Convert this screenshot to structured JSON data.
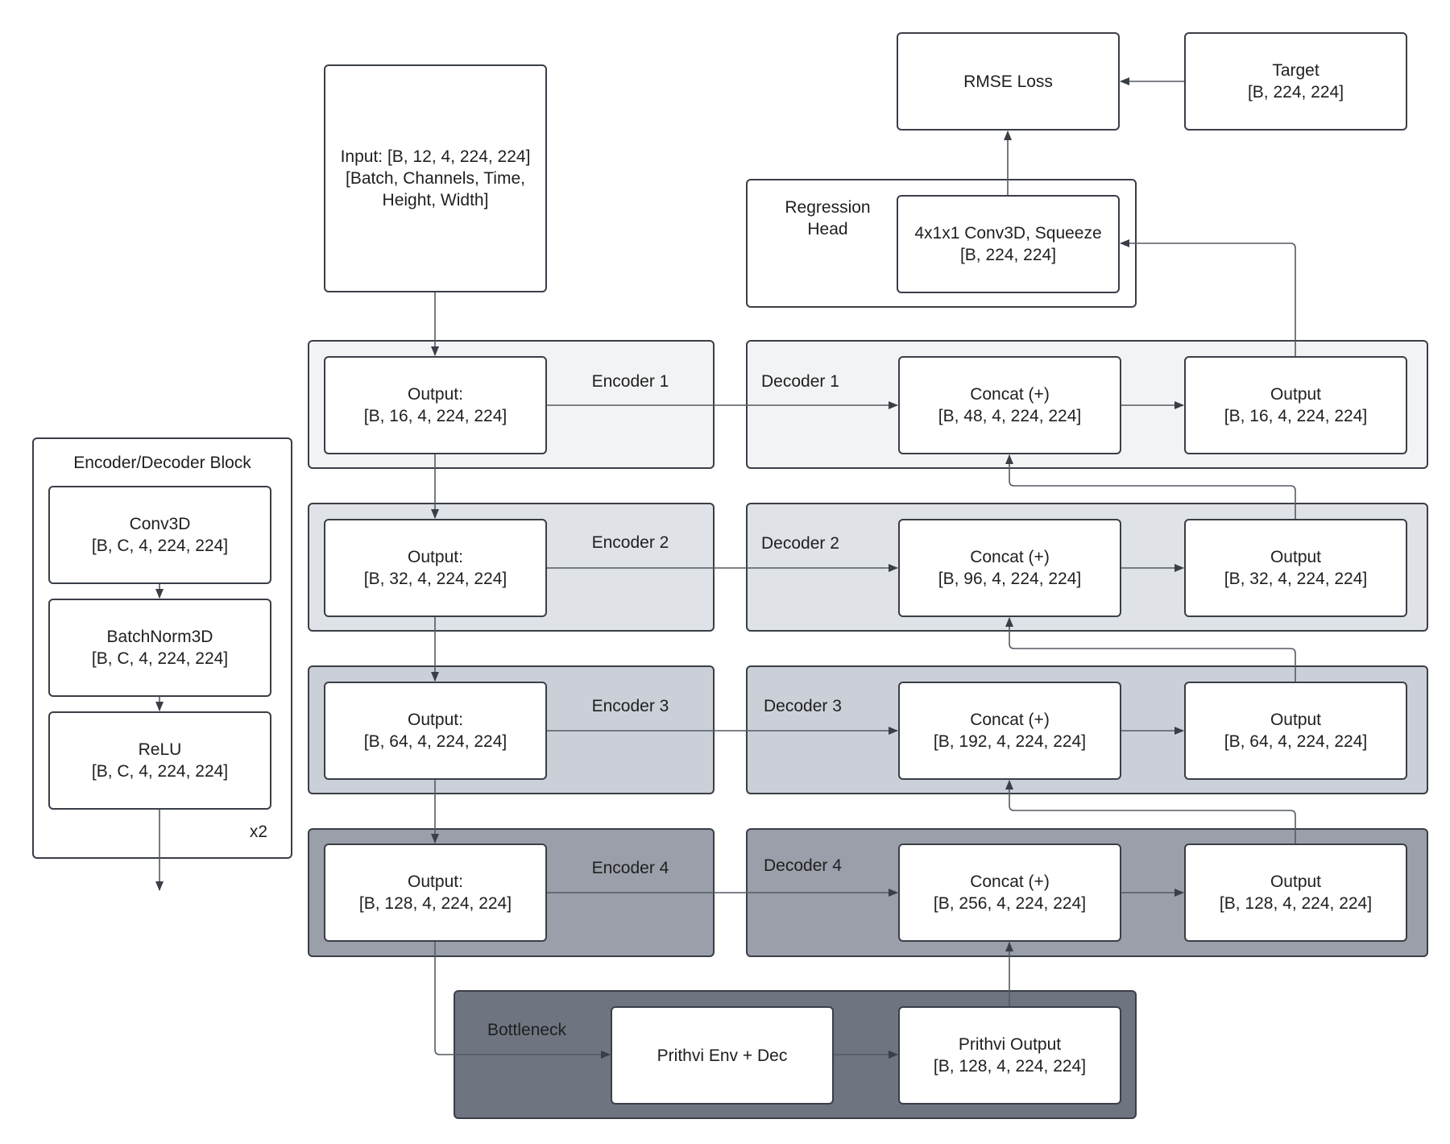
{
  "legend_block": {
    "title": "Encoder/Decoder Block",
    "conv": "Conv3D\n[B, C, 4, 224, 224]",
    "batchnorm": "BatchNorm3D\n[B, C, 4, 224, 224]",
    "relu": "ReLU\n[B, C, 4, 224, 224]",
    "repeat": "x2"
  },
  "input": "Input: [B, 12, 4, 224, 224]\n[Batch, Channels, Time,\nHeight, Width]",
  "encoders": [
    {
      "label": "Encoder 1",
      "output": "Output:\n[B, 16, 4, 224, 224]"
    },
    {
      "label": "Encoder 2",
      "output": "Output:\n[B, 32, 4, 224, 224]"
    },
    {
      "label": "Encoder 3",
      "output": "Output:\n[B, 64, 4, 224, 224]"
    },
    {
      "label": "Encoder 4",
      "output": "Output:\n[B, 128, 4, 224, 224]"
    }
  ],
  "decoders": [
    {
      "label": "Decoder 1",
      "concat": "Concat (+)\n[B, 48, 4, 224, 224]",
      "output": "Output\n[B, 16, 4, 224, 224]"
    },
    {
      "label": "Decoder 2",
      "concat": "Concat (+)\n[B, 96, 4, 224, 224]",
      "output": "Output\n[B, 32, 4, 224, 224]"
    },
    {
      "label": "Decoder 3",
      "concat": "Concat (+)\n[B, 192, 4, 224, 224]",
      "output": "Output\n[B, 64, 4, 224, 224]"
    },
    {
      "label": "Decoder 4",
      "concat": "Concat (+)\n[B, 256, 4, 224, 224]",
      "output": "Output\n[B, 128, 4, 224, 224]"
    }
  ],
  "bottleneck": {
    "label": "Bottleneck",
    "prithvi": "Prithvi Env + Dec",
    "prithvi_output": "Prithvi Output\n[B, 128, 4, 224, 224]"
  },
  "regression_head": {
    "label": "Regression\nHead",
    "conv": "4x1x1 Conv3D, Squeeze\n[B, 224, 224]"
  },
  "loss": "RMSE Loss",
  "target": "Target\n[B, 224, 224]",
  "colors": {
    "encoder_1": "#f2f3f5",
    "encoder_2": "#dfe2e7",
    "encoder_3": "#cbd0d8",
    "encoder_4": "#9a9fa9",
    "bottleneck": "#6e7480",
    "border": "#3a3e47"
  }
}
